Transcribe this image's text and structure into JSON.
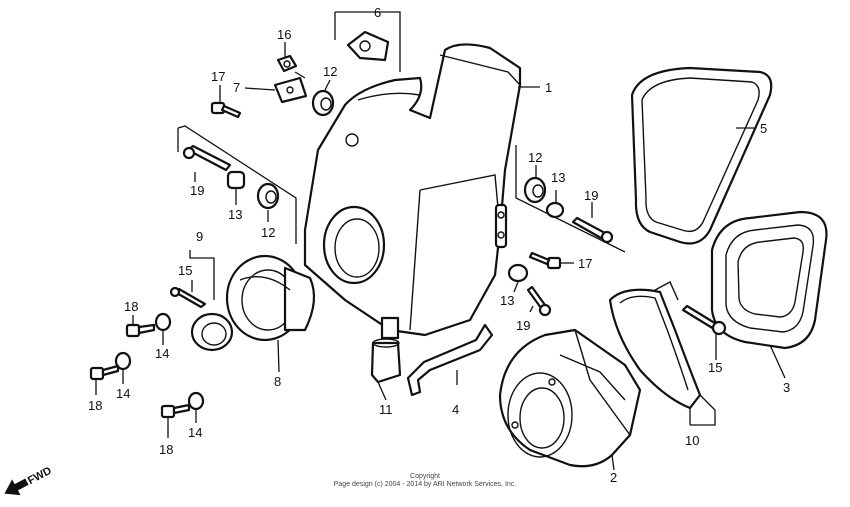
{
  "diagram": {
    "labels": {
      "p1": "1",
      "p2": "2",
      "p3": "3",
      "p4": "4",
      "p5": "5",
      "p6": "6",
      "p7": "7",
      "p8": "8",
      "p9": "9",
      "p10": "10",
      "p11": "11",
      "p12a": "12",
      "p12b": "12",
      "p12c": "12",
      "p13a": "13",
      "p13b": "13",
      "p13c": "13",
      "p14a": "14",
      "p14b": "14",
      "p14c": "14",
      "p15a": "15",
      "p15b": "15",
      "p16": "16",
      "p17a": "17",
      "p17b": "17",
      "p18a": "18",
      "p18b": "18",
      "p18c": "18",
      "p19a": "19",
      "p19b": "19",
      "p19c": "19"
    },
    "fwd_label": "FWD",
    "copyright_line1": "Copyright",
    "copyright_line2": "Page design (c) 2004 - 2014 by ARI Network Services, Inc."
  },
  "colors": {
    "ink": "#111111",
    "paper": "#ffffff"
  }
}
